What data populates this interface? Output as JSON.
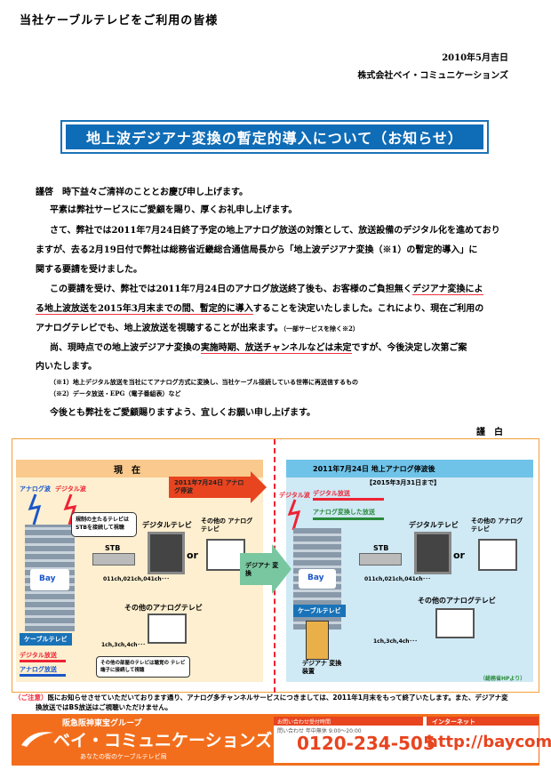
{
  "header": {
    "greeting": "当社ケーブルテレビをご利用の皆様",
    "date": "2010年5月吉日",
    "company": "株式会社ベイ・コミュニケーションズ"
  },
  "title": "地上波デジアナ変換の暫定的導入について（お知らせ）",
  "body": {
    "p1": "謹啓　時下益々ご清祥のこととお慶び申し上げます。",
    "p2": "平素は弊社サービスにご愛顧を賜り、厚くお礼申し上げます。",
    "p3a": "さて、弊社では2011年7月24日終了予定の地上アナログ放送の対策として、放送設備のデジタル化を進めており",
    "p3b": "ますが、去る2月19日付で弊社は総務省近畿総合通信局長から「地上波デジアナ変換（※1）の暫定的導入」に",
    "p3c": "関する要請を受けました。",
    "p4a_1": "この要請を受け、弊社では2011年7月24日のアナログ放送終了後も、お客様のご負担無く",
    "p4a_2": "デジアナ変換によ",
    "p4b_1": "る地上波放送を2015年3月末までの間、暫定的に導入",
    "p4b_2": "することを決定いたしました。これにより、現在ご利用の",
    "p4c_1": "アナログテレビでも、地上波放送を視聴することが出来ます。",
    "p4c_2": "（一部サービスを除く※2）",
    "p5a_1": "尚、現時点での地上波デジアナ変換の",
    "p5a_2": "実施時期、放送チャンネルなどは未定",
    "p5a_3": "ですが、今後決定し次第ご案",
    "p5b": "内いたします。",
    "note1": "（※1）地上デジタル放送を当社にてアナログ方式に変換し、当社ケーブル接続している世帯に再送信するもの",
    "note2": "（※2）データ放送・EPG（電子番組表）など",
    "p6": "今後とも弊社をご愛顧賜りますよう、宜しくお願い申し上げます。",
    "closing": "謹　白"
  },
  "diagram": {
    "left_header": "現　在",
    "left_arrow": "2011年7月24日 アナログ停波",
    "analog_wave": "アナログ波",
    "digital_wave": "デジタル波",
    "bubble_stb": "規制の主たるテレビは STBを接続して視聴",
    "stb": "STB",
    "digital_tv": "デジタルテレビ",
    "other_analog_tv": "その他の アナログテレビ",
    "or": "or",
    "channels_digital": "011ch,021ch,041ch･･･",
    "other_analog_tv2": "その他のアナログテレビ",
    "channels_analog": "1ch,3ch,4ch･･･",
    "cable_tv": "ケーブルテレビ",
    "digital_broadcast": "デジタル放送",
    "analog_broadcast": "アナログ放送",
    "bubble_other": "その他の部屋のテレビは聴覚の テレビ端子に接続して視聴",
    "convert": "デジアナ 変換",
    "right_header": "2011年7月24日 地上アナログ停波後",
    "right_sub": "【2015年3月31日まで】",
    "digital_wave_r": "デジタル波",
    "digital_broadcast_r": "デジタル放送",
    "analog_converted": "アナログ変換した放送",
    "converter": "デジアナ 変換装置",
    "source": "（総務省HPより）",
    "logo_small": "Bay"
  },
  "notice": {
    "label": "（ご注意）",
    "text1": "既にお知らせさせていただいております通り、アナログ多チャンネルサービスにつきましては、2011年1月末をもって終了いたします。また、デジアナ変",
    "text2": "換放送ではBS放送はご視聴いただけません。"
  },
  "footer": {
    "group": "阪急阪神東宝グループ",
    "brand": "ベイ・コミュニケーションズ",
    "tagline": "あなたの街のケーブルテレビ局",
    "phone_note": "お問い合わせ受付時間",
    "phone": "0120-234-505",
    "internet_label": "インターネット",
    "url": "http://baycom.jp",
    "small": "問い合わせ 年中無休 9:00～20:00"
  }
}
